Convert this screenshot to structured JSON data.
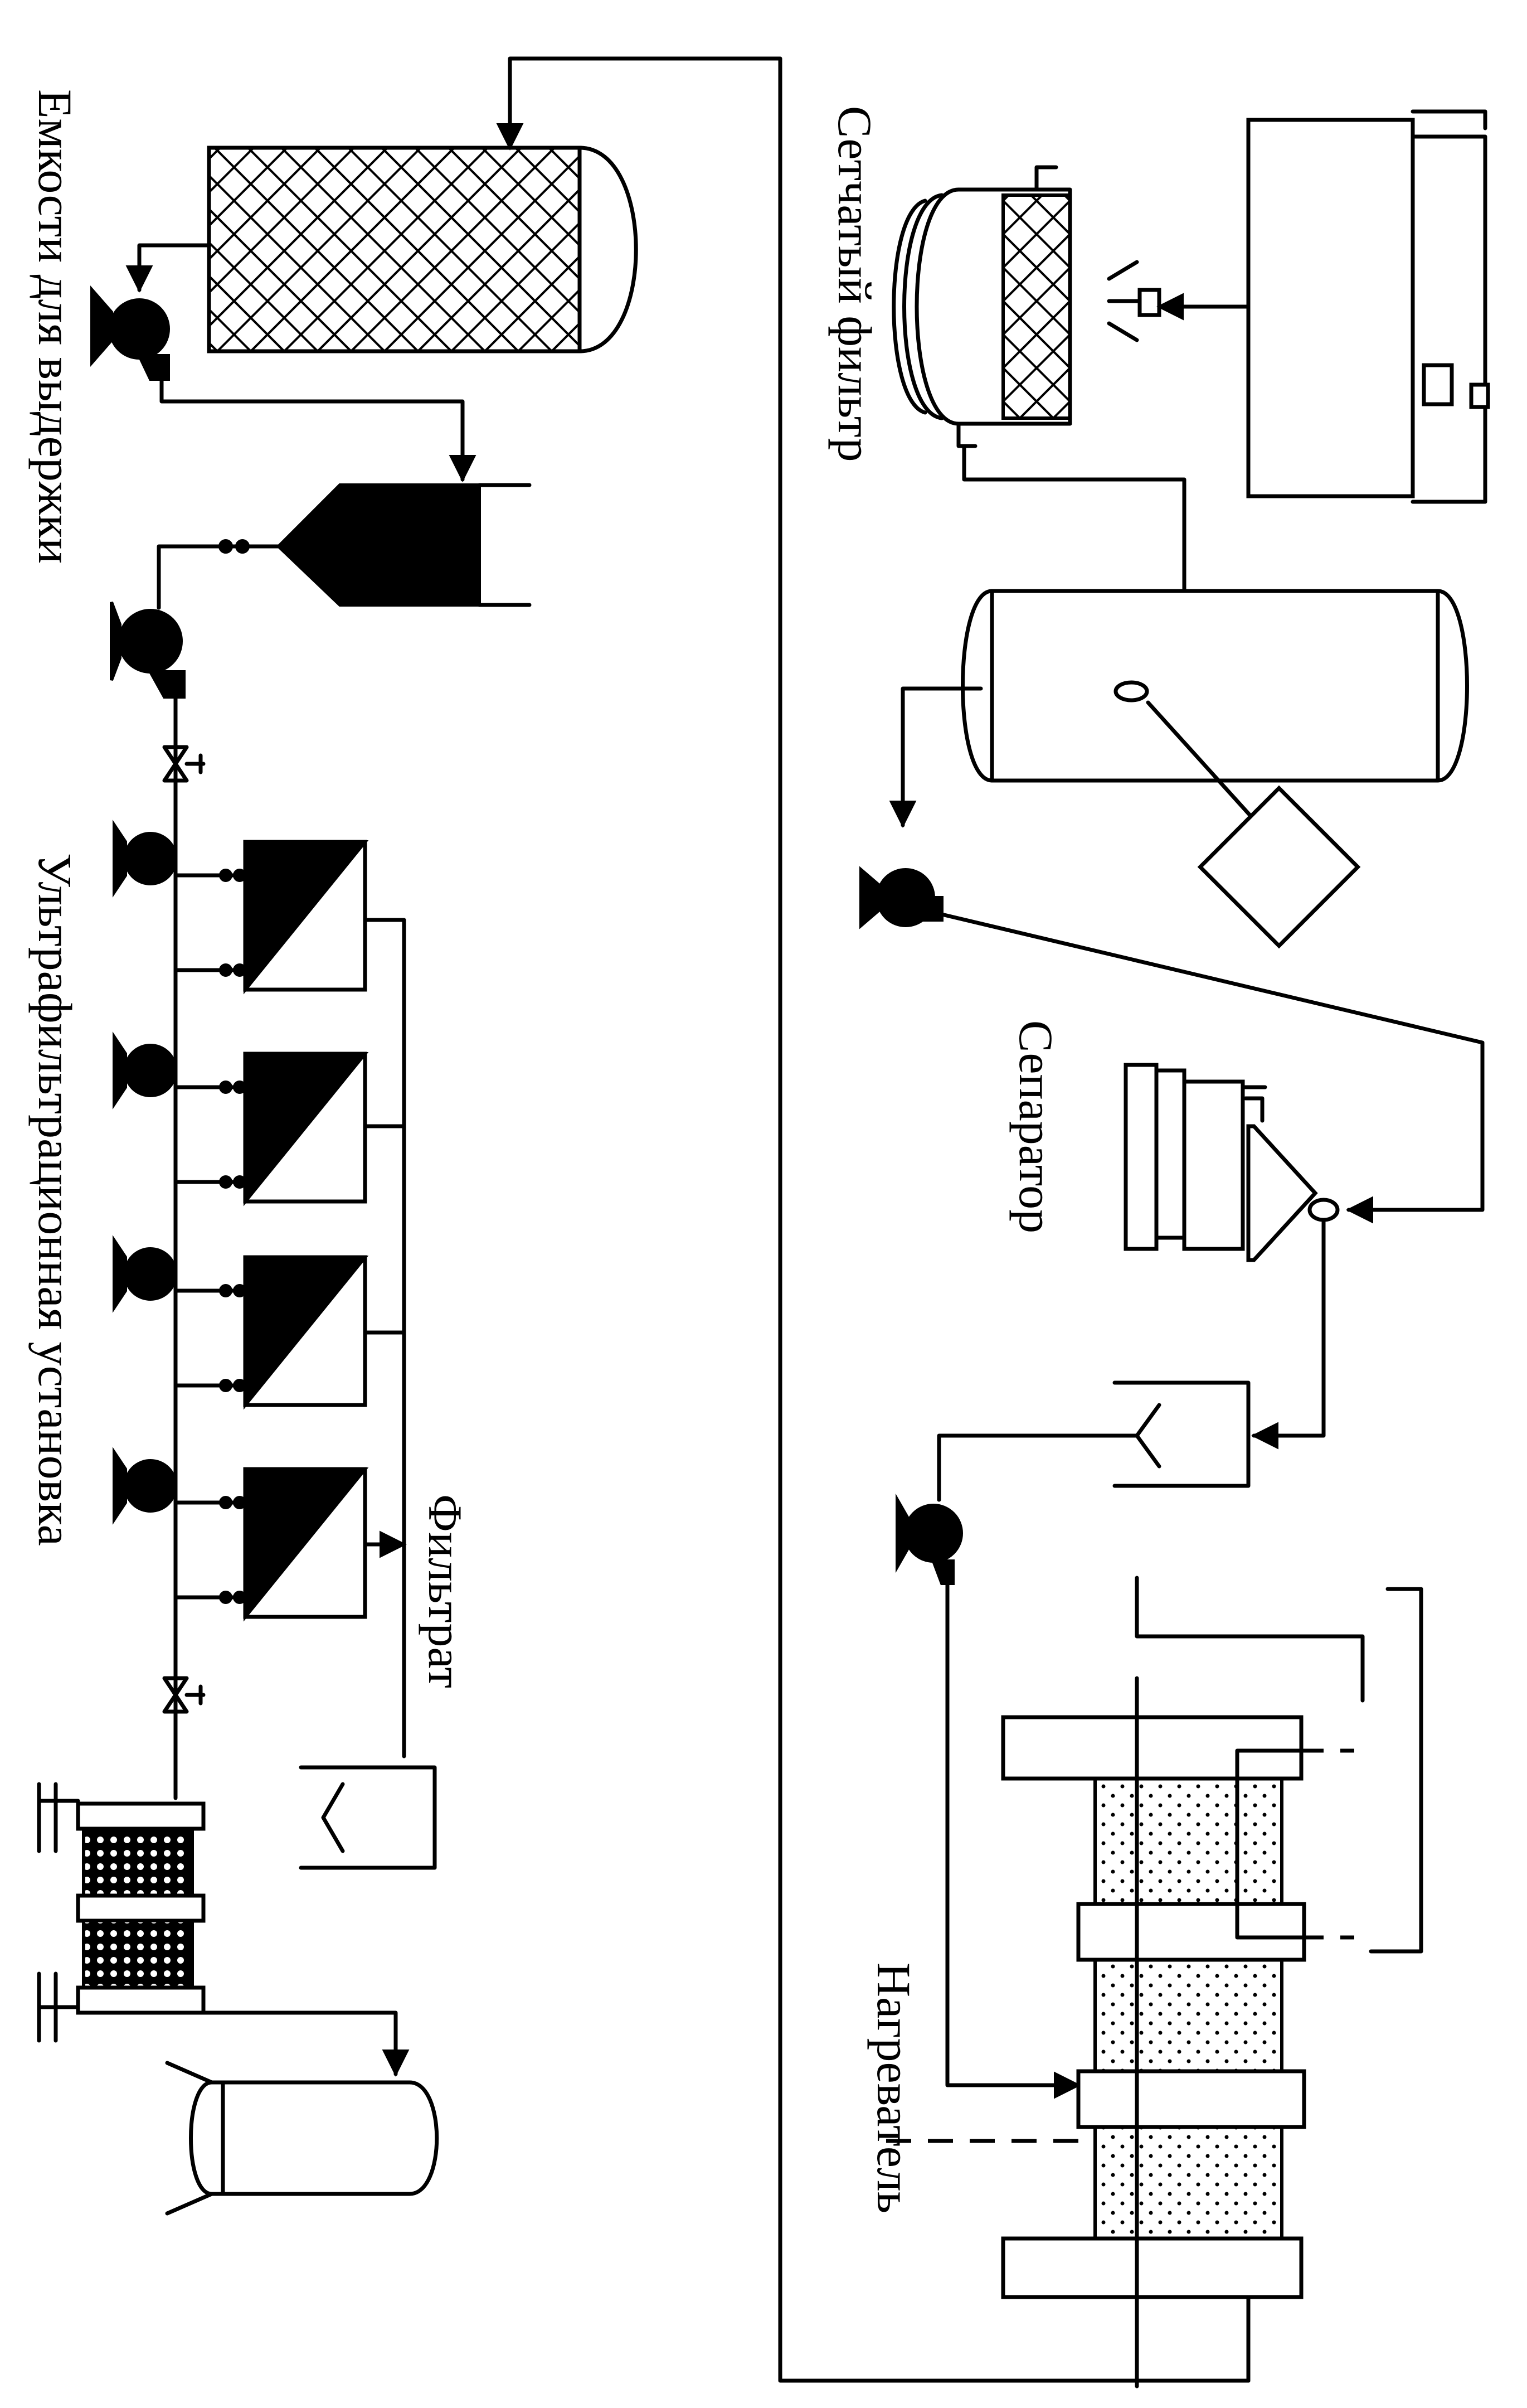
{
  "labels": {
    "holding_tanks": "Емкости для выдержки",
    "ultrafiltration": "Ультрафильтрационная установка",
    "filtrate": "Фильтрат",
    "mesh_filter": "Сетчатый фильтр",
    "separator": "Сепаратор",
    "heater": "Нагреватель"
  },
  "colors": {
    "line": "#000000",
    "background": "#ffffff"
  }
}
